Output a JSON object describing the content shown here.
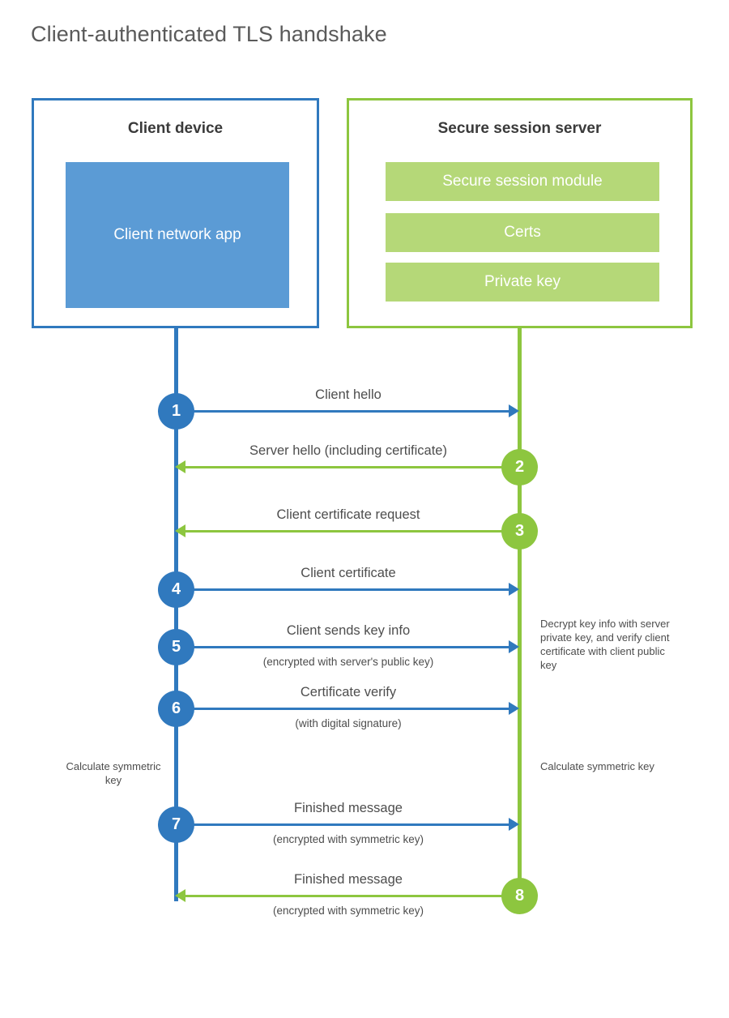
{
  "title": "Client-authenticated TLS handshake",
  "colors": {
    "client_blue": "#3079be",
    "client_app_blue": "#5b9bd5",
    "server_green": "#8dc63f",
    "server_bar_green": "#b5d878",
    "text": "#4d4d4d",
    "title_text": "#5a5a5a"
  },
  "client_panel": {
    "title": "Client device",
    "app_label": "Client network app"
  },
  "server_panel": {
    "title": "Secure session server",
    "bars": [
      {
        "label": "Secure session module"
      },
      {
        "label": "Certs"
      },
      {
        "label": "Private key"
      }
    ]
  },
  "steps": [
    {
      "number": "1",
      "direction": "client-to-server",
      "label": "Client hello",
      "sublabel": ""
    },
    {
      "number": "2",
      "direction": "server-to-client",
      "label": "Server hello (including certificate)",
      "sublabel": ""
    },
    {
      "number": "3",
      "direction": "server-to-client",
      "label": "Client certificate request",
      "sublabel": ""
    },
    {
      "number": "4",
      "direction": "client-to-server",
      "label": "Client certificate",
      "sublabel": ""
    },
    {
      "number": "5",
      "direction": "client-to-server",
      "label": "Client sends key info",
      "sublabel": "(encrypted with server's public key)"
    },
    {
      "number": "6",
      "direction": "client-to-server",
      "label": "Certificate verify",
      "sublabel": "(with digital signature)"
    },
    {
      "number": "7",
      "direction": "client-to-server",
      "label": "Finished message",
      "sublabel": "(encrypted with symmetric key)"
    },
    {
      "number": "8",
      "direction": "server-to-client",
      "label": "Finished message",
      "sublabel": "(encrypted with symmetric key)"
    }
  ],
  "notes": {
    "decrypt": "Decrypt key info with server private key, and verify client certificate with client public key",
    "calculate_client": "Calculate symmetric key",
    "calculate_server": "Calculate symmetric key"
  }
}
